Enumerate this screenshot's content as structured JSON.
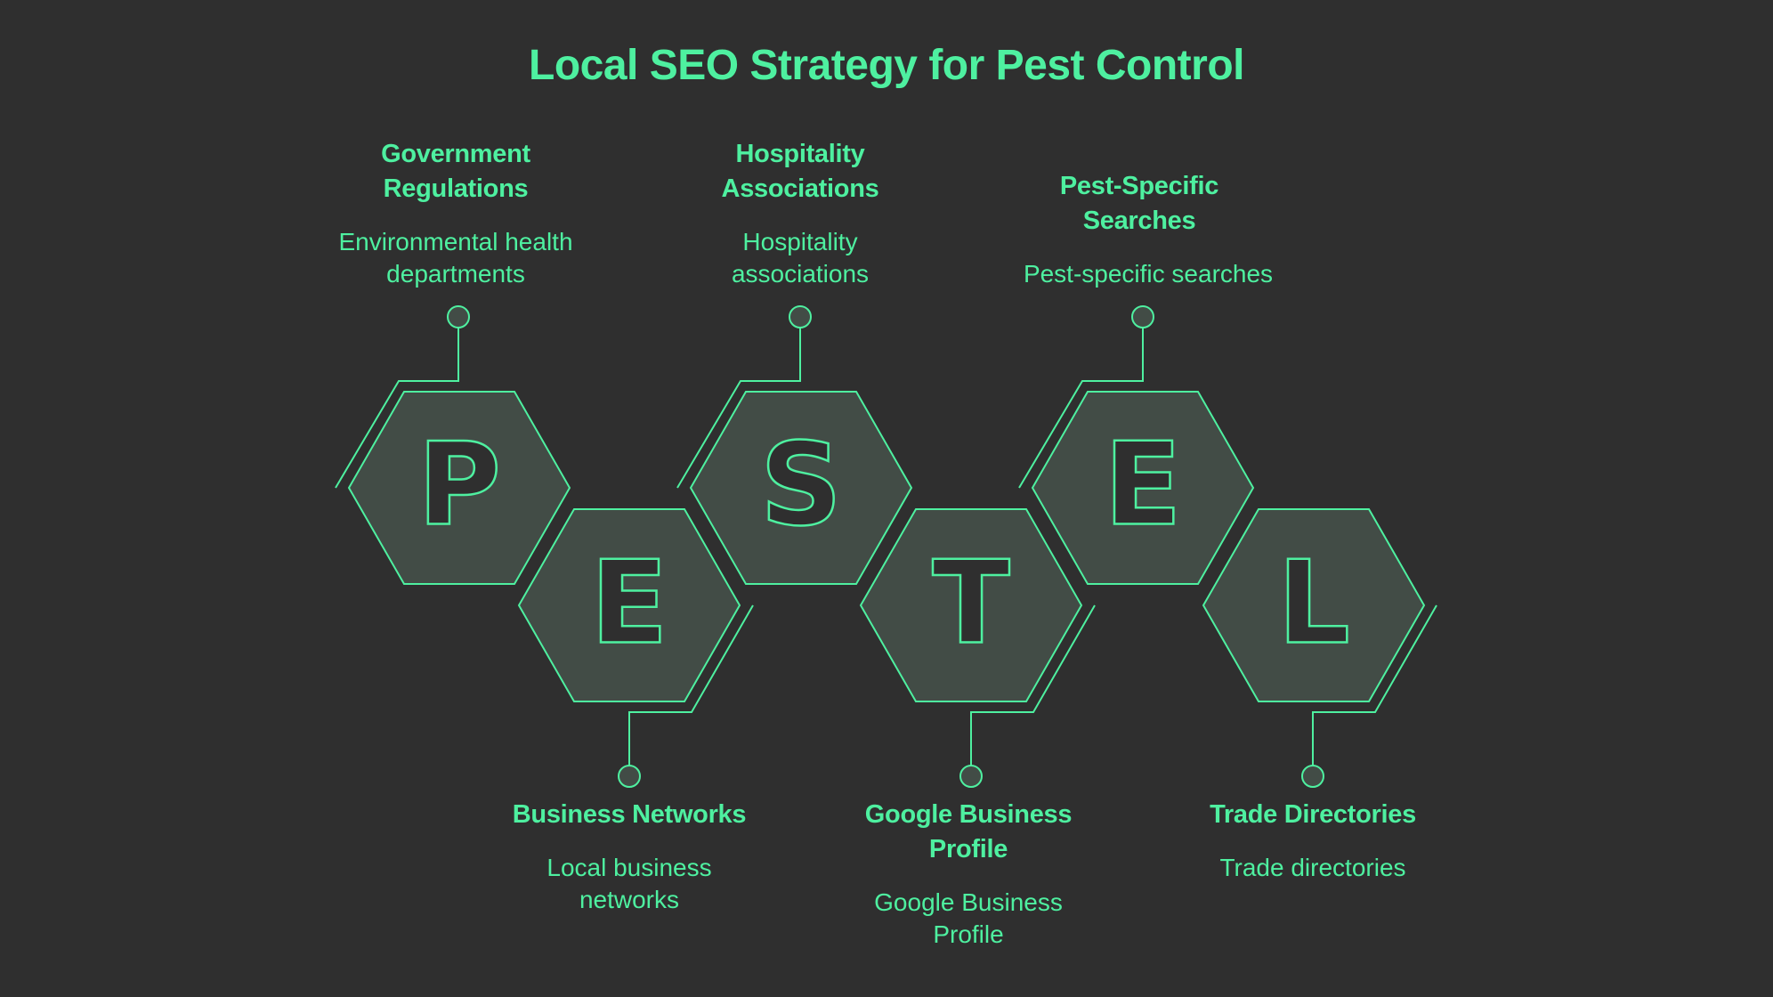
{
  "title": "Local SEO Strategy for Pest Control",
  "colors": {
    "background": "#2f2f2f",
    "accent": "#4ef0a0",
    "hex_fill": "#424c46"
  },
  "framework": "PESTEL",
  "items": [
    {
      "letter": "P",
      "heading": "Government Regulations",
      "description": "Environmental health departments",
      "position": "top"
    },
    {
      "letter": "E",
      "heading": "Business Networks",
      "description": "Local business networks",
      "position": "bottom"
    },
    {
      "letter": "S",
      "heading": "Hospitality Associations",
      "description": "Hospitality associations",
      "position": "top"
    },
    {
      "letter": "T",
      "heading": "Google Business Profile",
      "description": "Google Business Profile",
      "position": "bottom"
    },
    {
      "letter": "E",
      "heading": "Pest-Specific Searches",
      "description": "Pest-specific searches",
      "position": "top"
    },
    {
      "letter": "L",
      "heading": "Trade Directories",
      "description": "Trade directories",
      "position": "bottom"
    }
  ]
}
